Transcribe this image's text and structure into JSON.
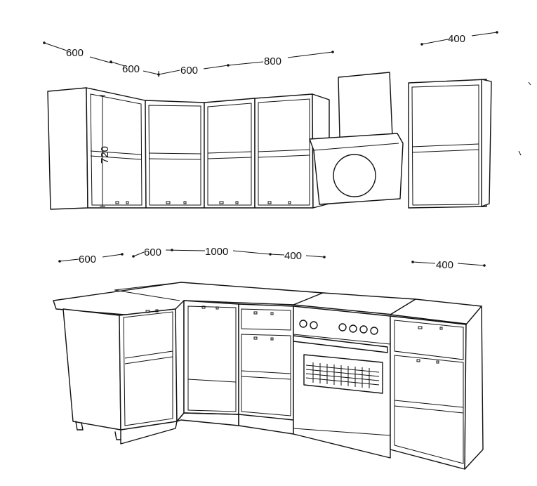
{
  "dimensions": {
    "upper": {
      "a": "600",
      "b": "600",
      "c": "600",
      "d": "800",
      "e": "400",
      "height": "720"
    },
    "lower": {
      "a": "600",
      "b": "600",
      "c": "1000",
      "d": "400",
      "e": "400"
    }
  },
  "line_color": "#111111",
  "background": "#ffffff"
}
